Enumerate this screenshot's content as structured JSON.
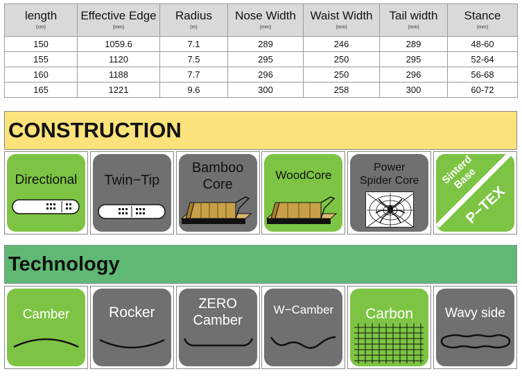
{
  "spec_table": {
    "headers": [
      {
        "label": "length",
        "unit": "(cm)"
      },
      {
        "label": "Effective Edge",
        "unit": "(mm)"
      },
      {
        "label": "Radius",
        "unit": "(m)"
      },
      {
        "label": "Nose Width",
        "unit": "(mm)"
      },
      {
        "label": "Waist Width",
        "unit": "(mm)"
      },
      {
        "label": "Tail width",
        "unit": "(mm)"
      },
      {
        "label": "Stance",
        "unit": "(mm)"
      }
    ],
    "rows": [
      [
        "150",
        "1059.6",
        "7.1",
        "289",
        "246",
        "289",
        "48-60"
      ],
      [
        "155",
        "1120",
        "7.5",
        "295",
        "250",
        "295",
        "52-64"
      ],
      [
        "160",
        "1188",
        "7.7",
        "296",
        "250",
        "296",
        "56-68"
      ],
      [
        "165",
        "1221",
        "9.6",
        "300",
        "258",
        "300",
        "60-72"
      ]
    ]
  },
  "construction": {
    "title": "CONSTRUCTION",
    "tiles": [
      {
        "label": "Directional",
        "icon": "directional-board-icon",
        "color": "#7dc444"
      },
      {
        "label": "Twin−Tip",
        "icon": "twin-tip-board-icon",
        "color": "#707070"
      },
      {
        "label_line1": "Bamboo",
        "label_line2": "Core",
        "icon": "bamboo-core-icon",
        "color": "#707070"
      },
      {
        "label": "WoodCore",
        "icon": "wood-core-icon",
        "color": "#7dc444"
      },
      {
        "label_line1": "Power",
        "label_line2": "Spider Core",
        "icon": "spider-icon",
        "color": "#707070"
      },
      {
        "label_line1": "Sinterd",
        "label_line2": "Base",
        "label_badge": "P−TEX",
        "icon": "ptex-base-icon",
        "color": "#7dc444"
      }
    ]
  },
  "technology": {
    "title": "Technology",
    "tiles": [
      {
        "label": "Camber",
        "icon": "camber-profile-icon",
        "color": "#7dc444"
      },
      {
        "label": "Rocker",
        "icon": "rocker-profile-icon",
        "color": "#707070"
      },
      {
        "label_line1": "ZERO",
        "label_line2": "Camber",
        "icon": "zero-camber-profile-icon",
        "color": "#707070"
      },
      {
        "label": "W−Camber",
        "icon": "w-camber-profile-icon",
        "color": "#707070"
      },
      {
        "label": "Carbon",
        "icon": "carbon-grid-icon",
        "color": "#7dc444"
      },
      {
        "label": "Wavy side",
        "icon": "wavy-side-profile-icon",
        "color": "#707070"
      }
    ]
  }
}
